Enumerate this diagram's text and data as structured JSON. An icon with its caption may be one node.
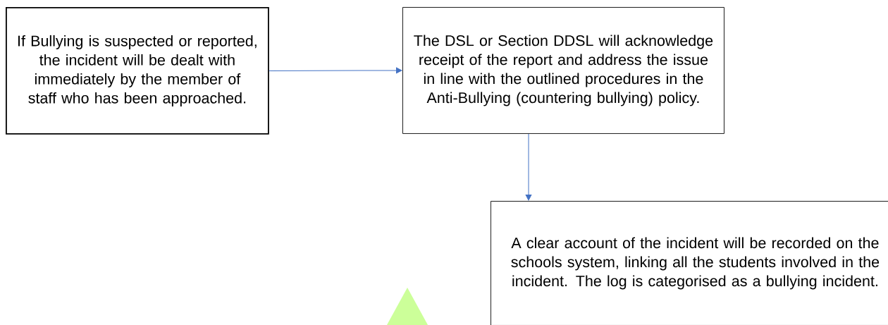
{
  "diagram": {
    "nodes": [
      {
        "text": [
          "If Bullying is suspected or reported, the incident will be dealt with immediately by the member of staff who has been approached."
        ]
      },
      {
        "text": [
          "The DSL or Section DDSL will acknowledge receipt of the report and address the issue in line with the outlined procedures in the Anti-Bullying (countering bullying) policy."
        ]
      },
      {
        "text": [
          "A clear account of the incident will be recorded on the schools system, linking all the students involved in the incident. The log is categorised as a bullying incident."
        ]
      }
    ],
    "edges": [
      {
        "from": 0,
        "to": 1,
        "arrow": "to"
      },
      {
        "from": 1,
        "to": 2,
        "arrow": "to"
      }
    ]
  }
}
